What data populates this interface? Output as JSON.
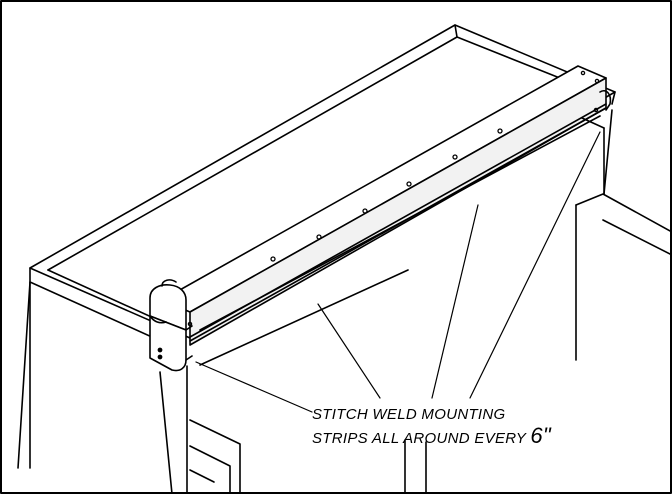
{
  "diagram": {
    "callout": {
      "line1": "STITCH WELD MOUNTING",
      "line2_text": "STRIPS ALL AROUND EVERY ",
      "line2_measure": "6\""
    },
    "colors": {
      "ink": "#000000",
      "paper": "#ffffff",
      "shade": "#f2f2f2"
    }
  }
}
